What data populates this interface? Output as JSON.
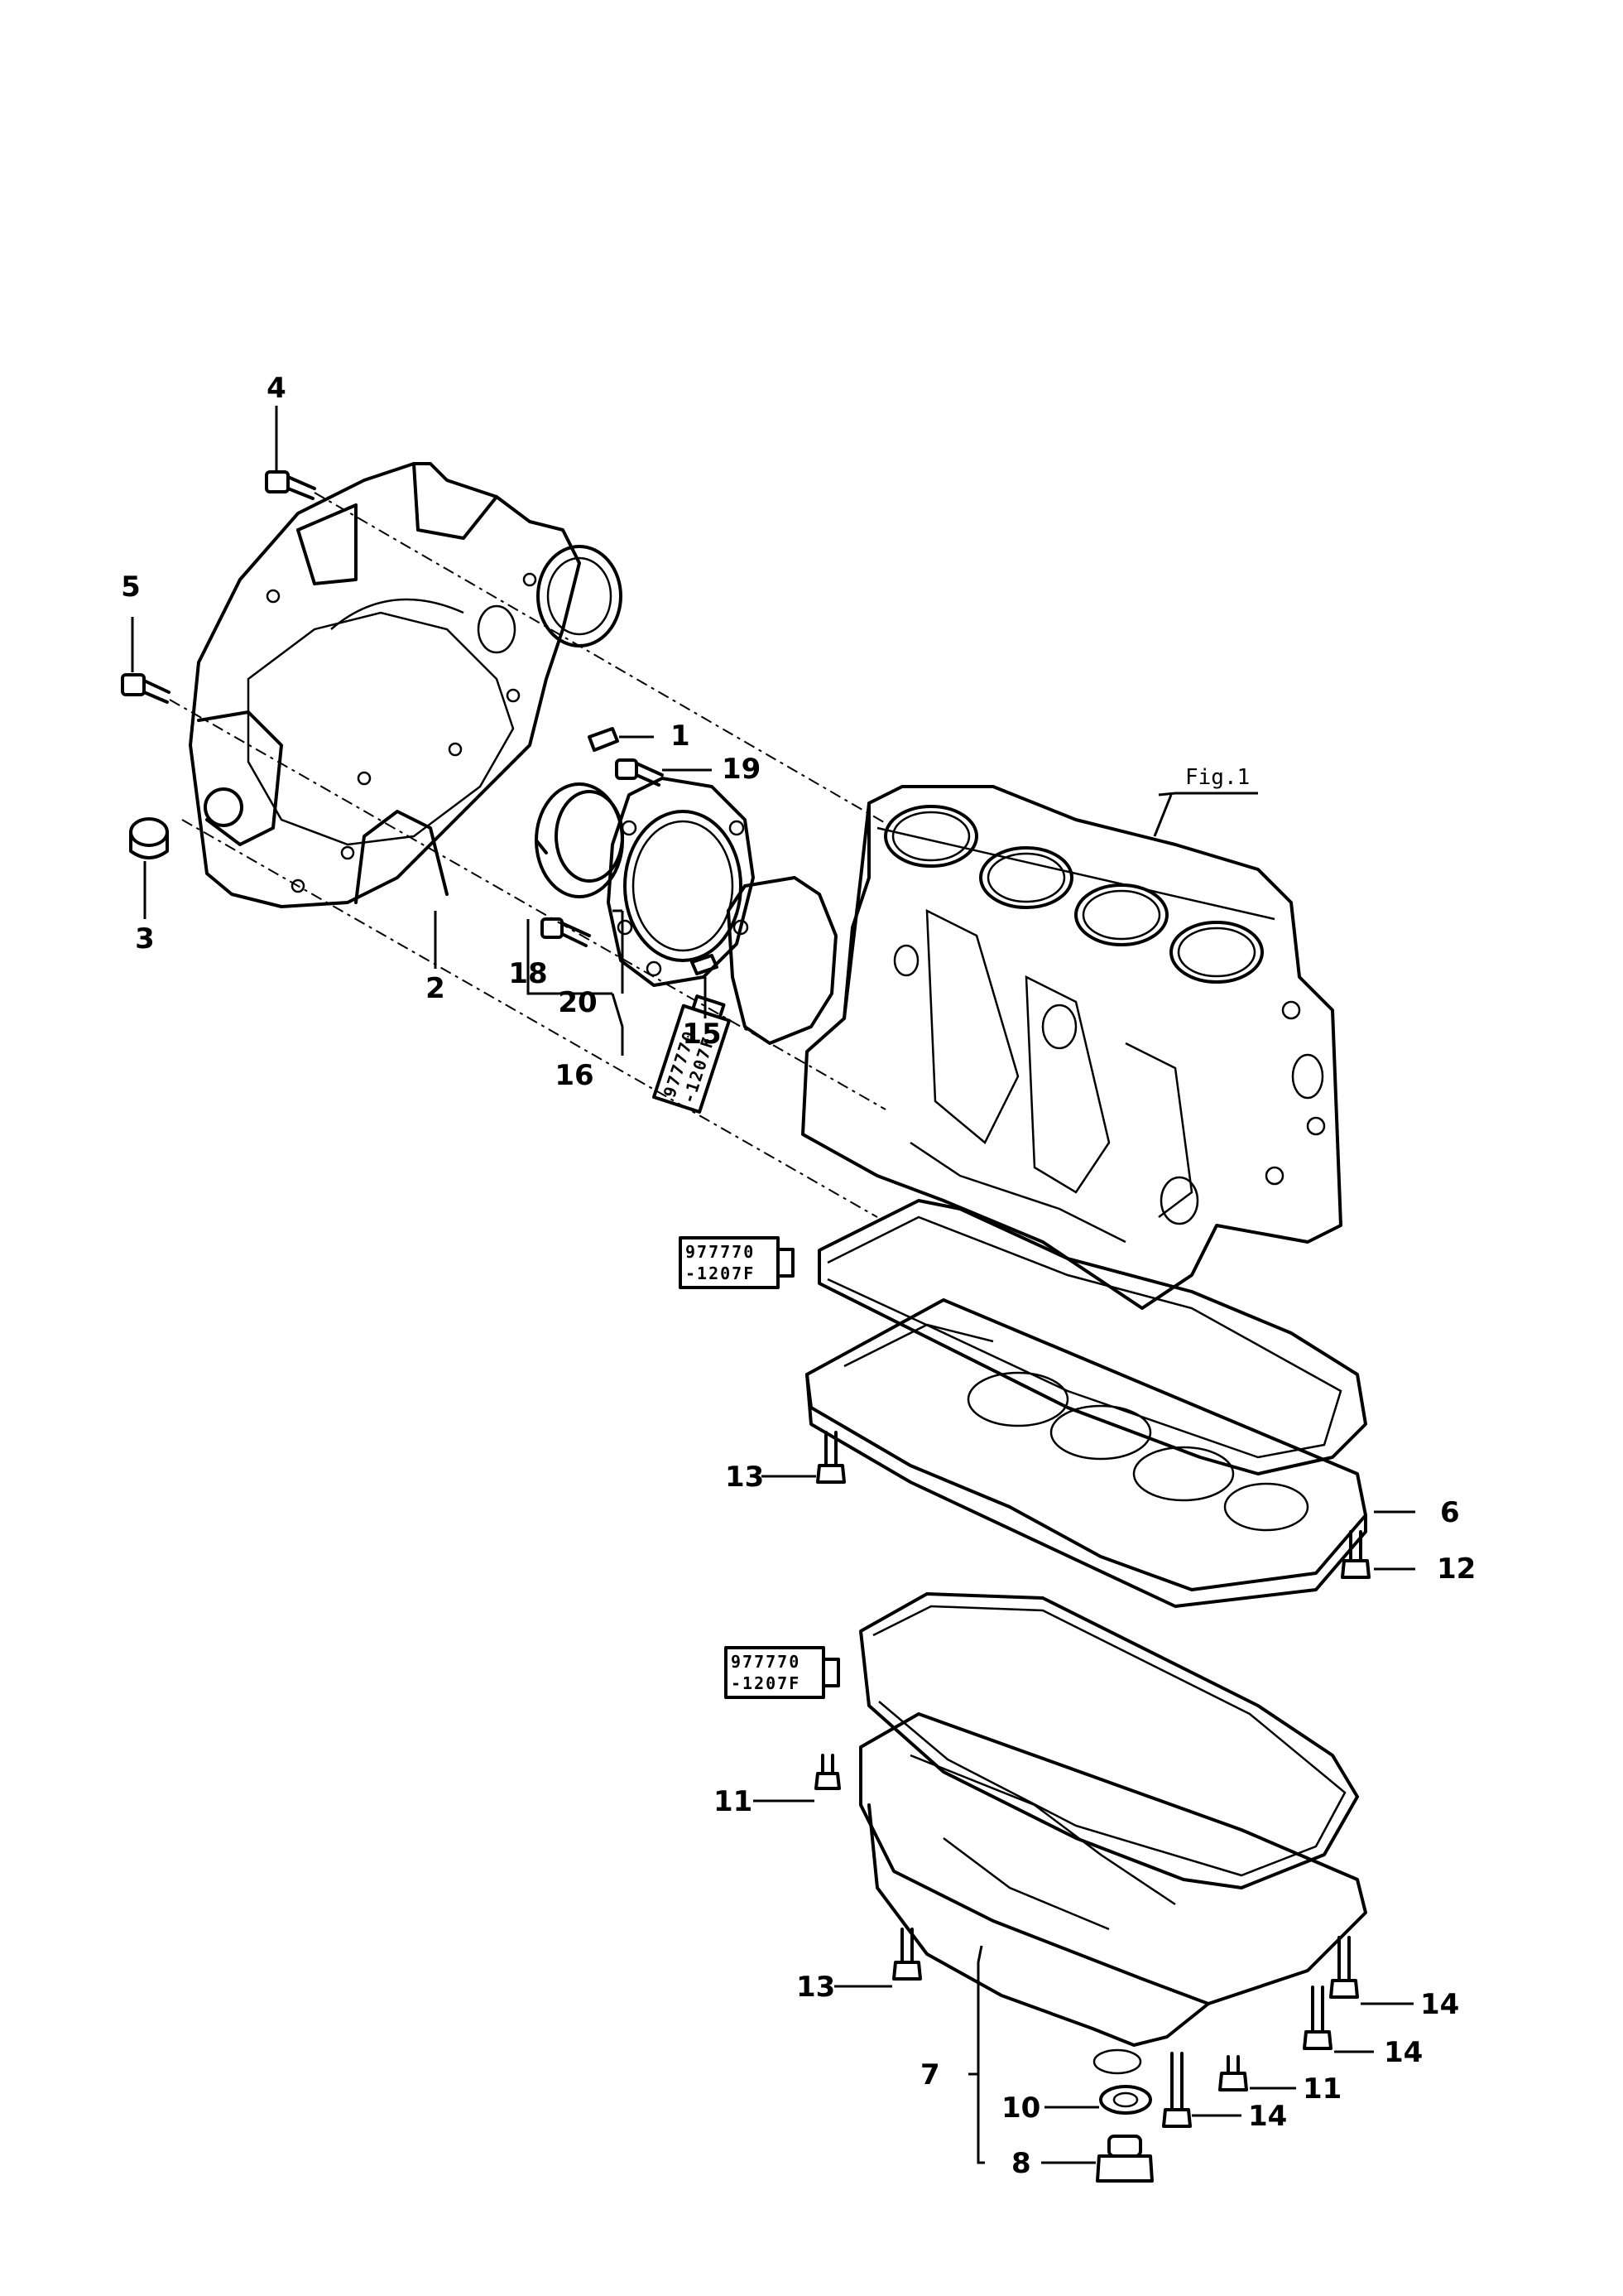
{
  "callouts": {
    "c1": "1",
    "c2": "2",
    "c3": "3",
    "c4": "4",
    "c5": "5",
    "c6": "6",
    "c7": "7",
    "c8": "8",
    "c10": "10",
    "c11a": "11",
    "c11b": "11",
    "c12": "12",
    "c13a": "13",
    "c13b": "13",
    "c14a": "14",
    "c14b": "14",
    "c14c": "14",
    "c15": "15",
    "c16": "16",
    "c18": "18",
    "c19": "19",
    "c20": "20"
  },
  "fig_ref": "Fig.1",
  "sealant": {
    "line1": "977770",
    "line2": "-1207F"
  }
}
